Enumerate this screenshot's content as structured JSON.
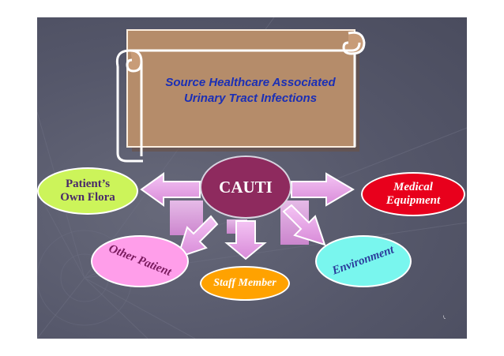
{
  "title": {
    "line1": "Source Healthcare Associated",
    "line2": "Urinary Tract Infections"
  },
  "nodes": {
    "center": "CAUTI",
    "flora": "Patient’s\nOwn Flora",
    "medical": "Medical\nEquipment",
    "other_patient": "Other Patient",
    "staff": "Staff Member",
    "environment": "Environment"
  },
  "page_number": "\\.",
  "colors": {
    "background": "#55576a",
    "scroll": "#b58c6a",
    "title_text": "#1b2fb5",
    "center": "#8e2a5e",
    "flora": "#ccf45a",
    "medical": "#e8001c",
    "other_patient": "#ff9eea",
    "staff": "#ffa200",
    "environment": "#79f6ee",
    "arrow": "#e8a6e8"
  }
}
